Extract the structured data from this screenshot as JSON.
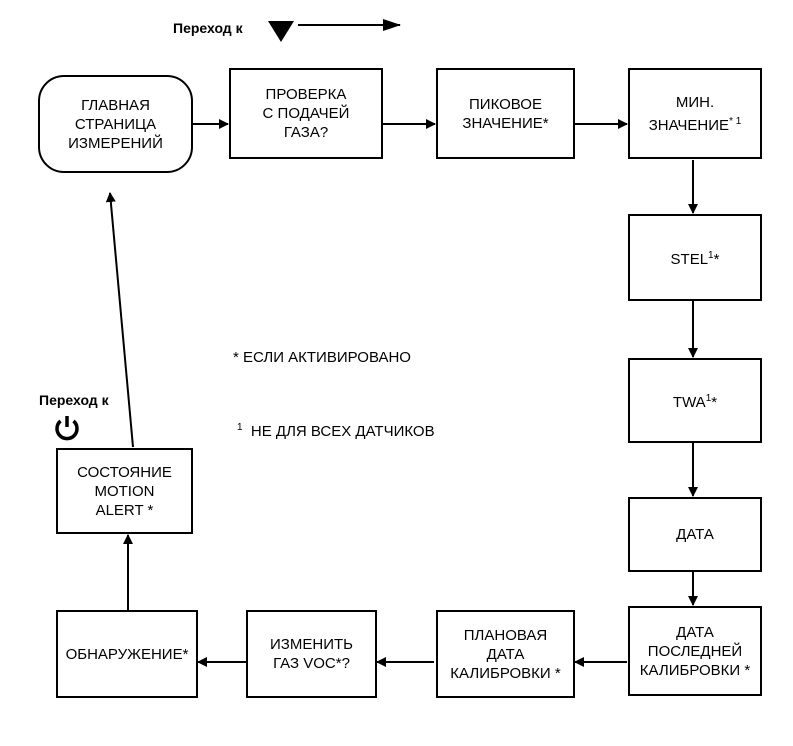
{
  "header": {
    "goto_label": "Переход к"
  },
  "side": {
    "goto_label": "Переход к",
    "power_icon": "power-icon"
  },
  "legend": {
    "activated": "* ЕСЛИ АКТИВИРОВАНО",
    "sup": "1",
    "not_all_sensors": "НЕ ДЛЯ ВСЕХ ДАТЧИКОВ"
  },
  "boxes": {
    "main": "ГЛАВНАЯ\nСТРАНИЦА\nИЗМЕРЕНИЙ",
    "bump": "ПРОВЕРКА\nС ПОДАЧЕЙ\nГАЗА?",
    "peak": "ПИКОВОЕ\nЗНАЧЕНИЕ*",
    "min": "МИН.\nЗНАЧЕНИЕ",
    "min_suffix": "* 1",
    "stel": "STEL",
    "stel_sup": "1",
    "stel_suffix": "*",
    "twa": "TWA",
    "twa_sup": "1",
    "twa_suffix": "*",
    "date": "ДАТА",
    "last_cal": "ДАТА\nПОСЛЕДНЕЙ\nКАЛИБРОВКИ *",
    "due_cal": "ПЛАНОВАЯ\nДАТА\nКАЛИБРОВКИ *",
    "voc": "ИЗМЕНИТЬ\nГАЗ VOC*?",
    "detect": "ОБНАРУЖЕНИЕ*",
    "motion": "СОСТОЯНИЕ\nMOTION\nALERT *"
  }
}
